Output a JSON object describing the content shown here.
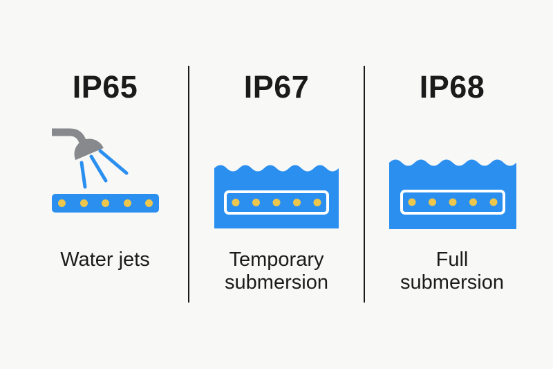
{
  "infographic": {
    "topic": "IP water-resistance ratings for LED strips"
  },
  "columns": [
    {
      "title": "IP65",
      "label": "Water jets",
      "icon": "shower-head-water-jets-icon",
      "led_count": 5
    },
    {
      "title": "IP67",
      "label": "Temporary submersion",
      "icon": "temporary-submersion-led-strip-icon",
      "led_count": 5
    },
    {
      "title": "IP68",
      "label": "Full submersion",
      "icon": "full-submersion-led-strip-icon",
      "led_count": 5
    }
  ],
  "colors": {
    "background": "#f8f8f6",
    "water_blue": "#2b8ff0",
    "led_yellow": "#ecc64d",
    "shower_gray": "#87898d",
    "text": "#1b1b1b",
    "divider": "#1a1a1a",
    "strip_outline": "#ffffff"
  }
}
